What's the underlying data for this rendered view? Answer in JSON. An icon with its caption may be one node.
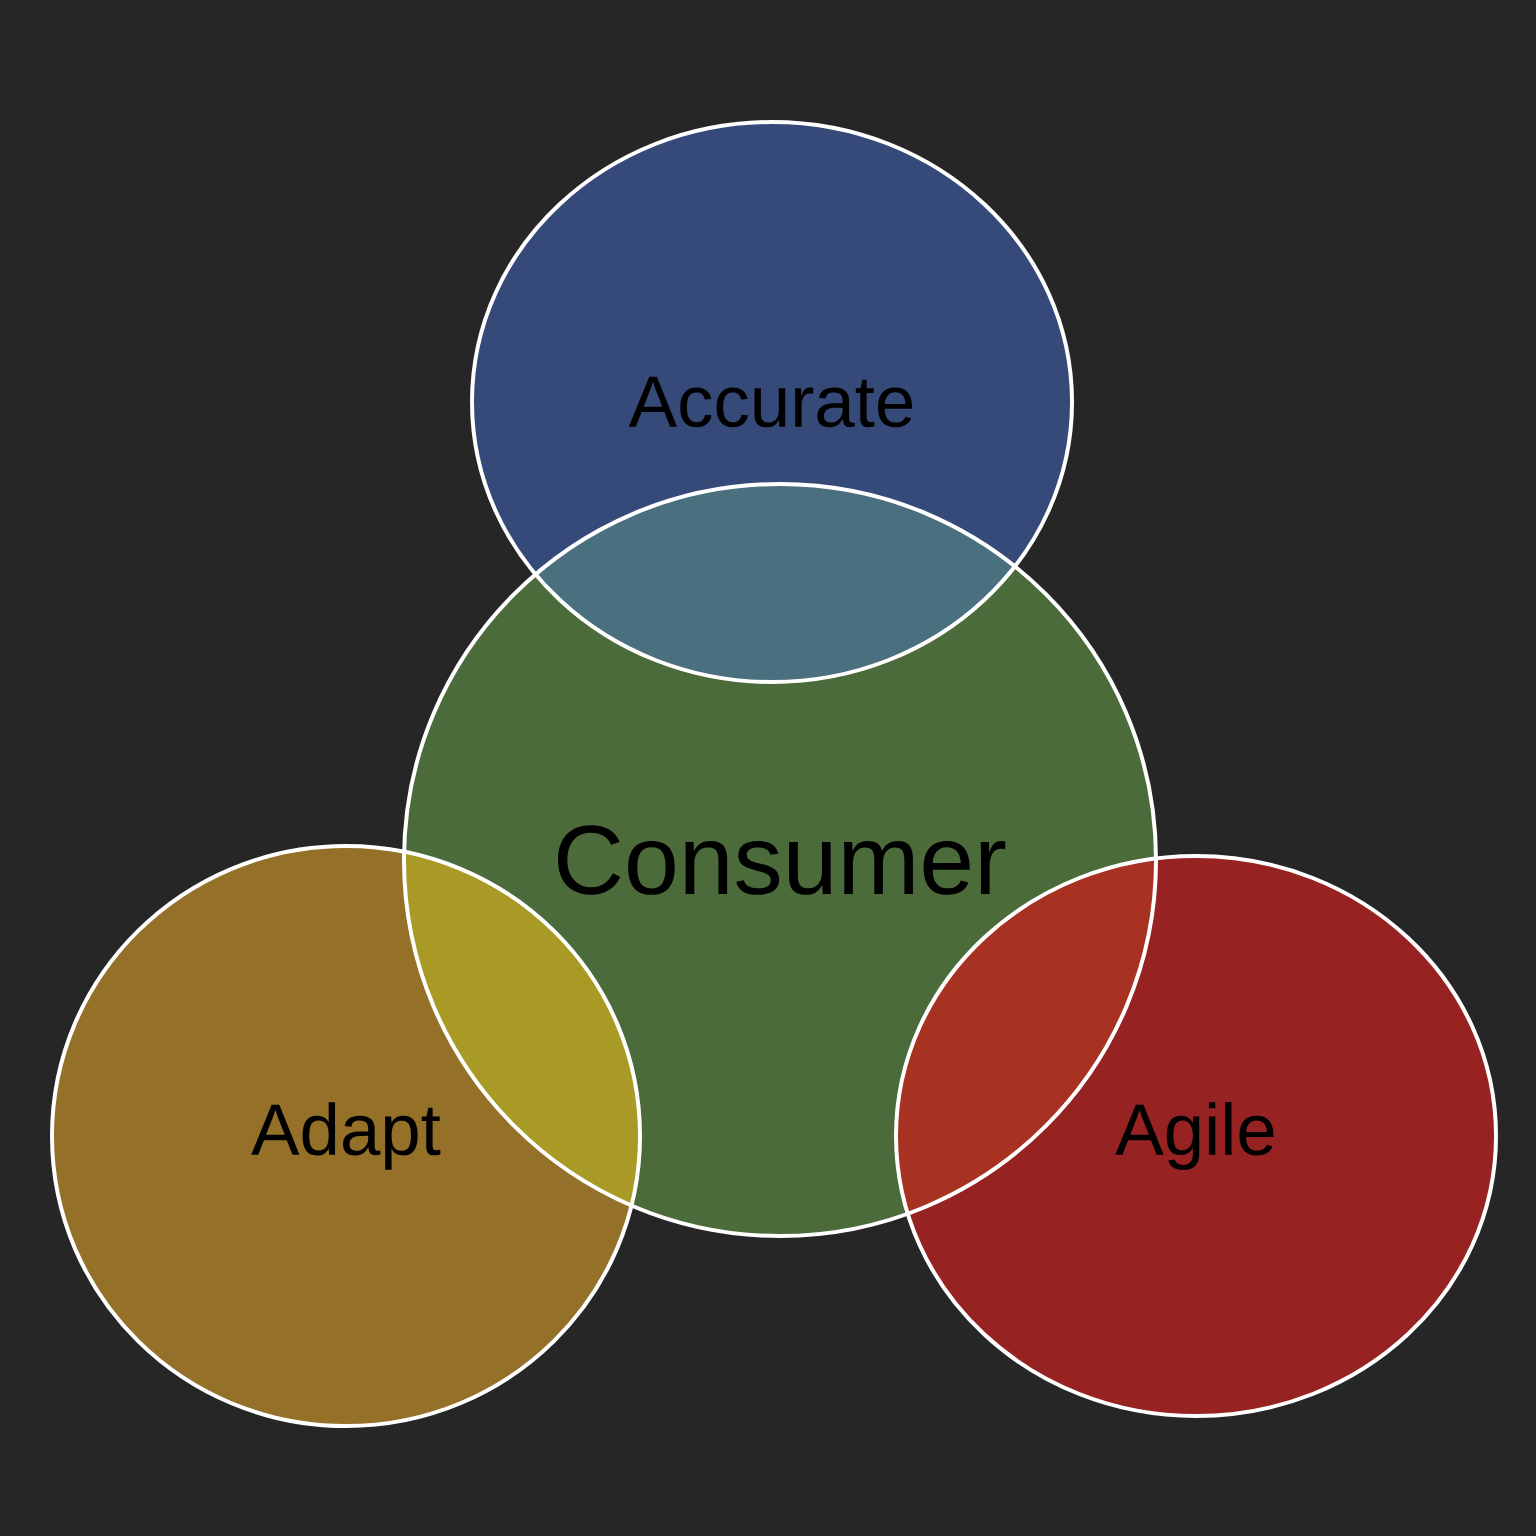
{
  "diagram": {
    "nodes": [
      {
        "text": [
          "Accurate"
        ]
      },
      {
        "text": [
          "Consumer"
        ]
      },
      {
        "text": [
          "Adapt"
        ]
      },
      {
        "text": [
          "Agile"
        ]
      }
    ]
  }
}
